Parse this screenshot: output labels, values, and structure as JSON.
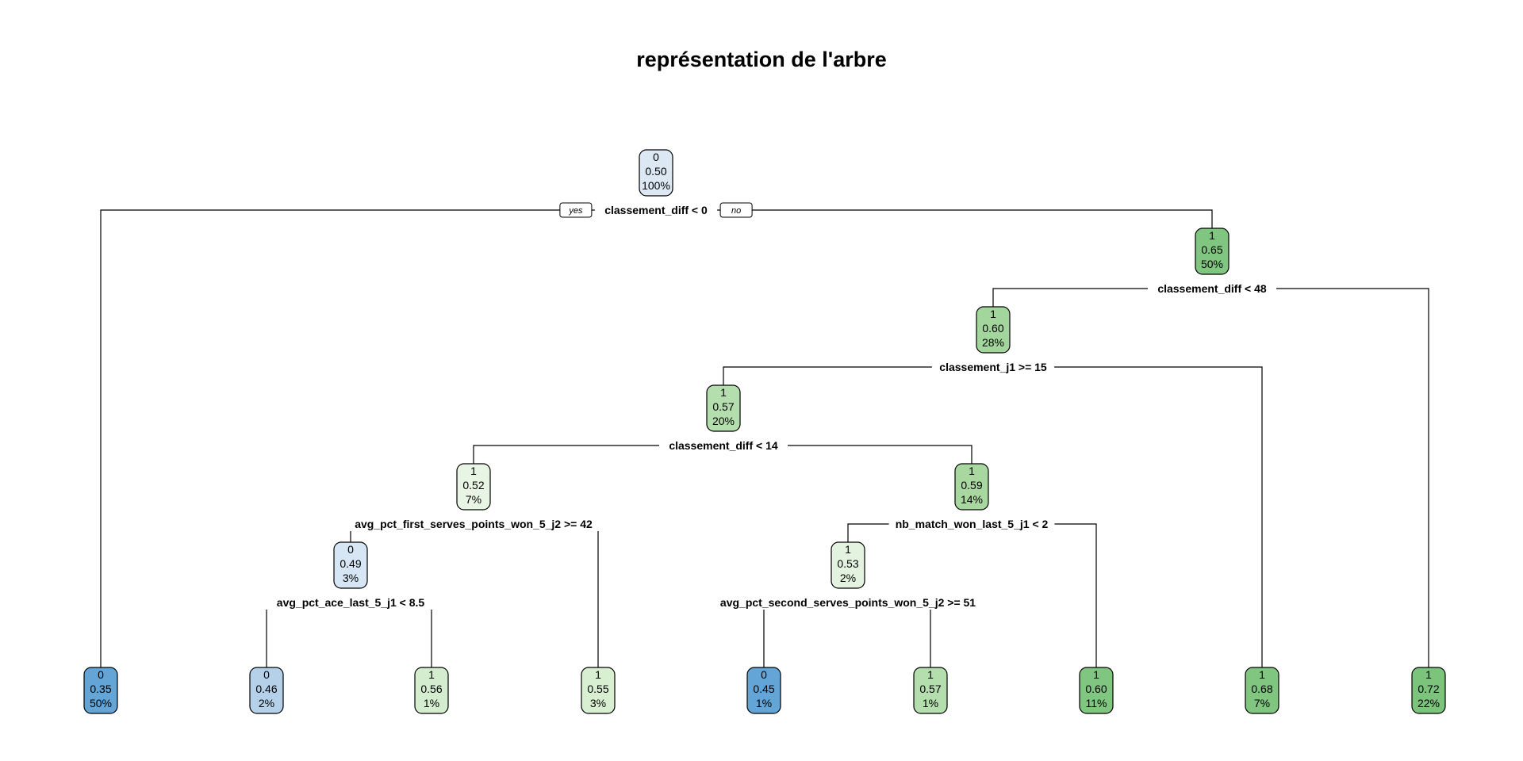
{
  "title": "représentation de l'arbre",
  "yes_label": "yes",
  "no_label": "no",
  "nodes": [
    {
      "id": "n1",
      "class": "0",
      "prob": "0.50",
      "pct": "100%",
      "fill": "#dce8f4"
    },
    {
      "id": "n3",
      "class": "1",
      "prob": "0.65",
      "pct": "50%",
      "fill": "#80c680"
    },
    {
      "id": "n6",
      "class": "1",
      "prob": "0.60",
      "pct": "28%",
      "fill": "#a3d69c"
    },
    {
      "id": "n12",
      "class": "1",
      "prob": "0.57",
      "pct": "20%",
      "fill": "#b4deae"
    },
    {
      "id": "n24",
      "class": "1",
      "prob": "0.52",
      "pct": "7%",
      "fill": "#e8f5e4"
    },
    {
      "id": "n25",
      "class": "1",
      "prob": "0.59",
      "pct": "14%",
      "fill": "#a8d8a0"
    },
    {
      "id": "n48",
      "class": "0",
      "prob": "0.49",
      "pct": "3%",
      "fill": "#d6e6f4"
    },
    {
      "id": "n50",
      "class": "1",
      "prob": "0.53",
      "pct": "2%",
      "fill": "#e4f3e0"
    },
    {
      "id": "n2",
      "class": "0",
      "prob": "0.35",
      "pct": "50%",
      "fill": "#62a5d6"
    },
    {
      "id": "n96",
      "class": "0",
      "prob": "0.46",
      "pct": "2%",
      "fill": "#b5d1ea"
    },
    {
      "id": "n97",
      "class": "1",
      "prob": "0.56",
      "pct": "1%",
      "fill": "#d4edcf"
    },
    {
      "id": "n49",
      "class": "1",
      "prob": "0.55",
      "pct": "3%",
      "fill": "#d8efd2"
    },
    {
      "id": "n100",
      "class": "0",
      "prob": "0.45",
      "pct": "1%",
      "fill": "#62a5d6"
    },
    {
      "id": "n101",
      "class": "1",
      "prob": "0.57",
      "pct": "1%",
      "fill": "#b4deae"
    },
    {
      "id": "n51",
      "class": "1",
      "prob": "0.60",
      "pct": "11%",
      "fill": "#80c680"
    },
    {
      "id": "n13",
      "class": "1",
      "prob": "0.68",
      "pct": "7%",
      "fill": "#80c680"
    },
    {
      "id": "n7",
      "class": "1",
      "prob": "0.72",
      "pct": "22%",
      "fill": "#7cc47c"
    }
  ],
  "splits": [
    {
      "id": "s1",
      "label": "classement_diff < 0"
    },
    {
      "id": "s3",
      "label": "classement_diff < 48"
    },
    {
      "id": "s6",
      "label": "classement_j1 >= 15"
    },
    {
      "id": "s12",
      "label": "classement_diff < 14"
    },
    {
      "id": "s24",
      "label": "avg_pct_first_serves_points_won_5_j2 >= 42"
    },
    {
      "id": "s25",
      "label": "nb_match_won_last_5_j1 < 2"
    },
    {
      "id": "s48",
      "label": "avg_pct_ace_last_5_j1 < 8.5"
    },
    {
      "id": "s50",
      "label": "avg_pct_second_serves_points_won_5_j2 >= 51"
    }
  ]
}
